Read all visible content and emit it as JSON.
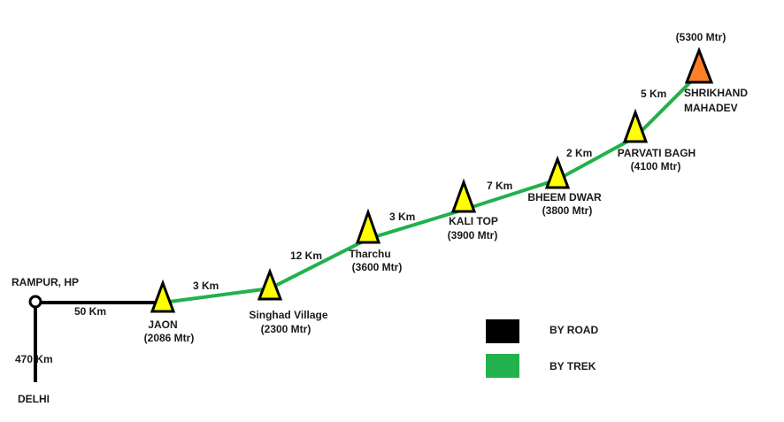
{
  "colors": {
    "road": "#000000",
    "trek": "#22b14c",
    "marker": "#ffff00",
    "summit": "#ff7f27",
    "outline": "#000000"
  },
  "start": {
    "label": "RAMPUR, HP"
  },
  "delhi": {
    "label": "DELHI"
  },
  "segments": {
    "delhi_rampur": "470 Km",
    "rampur_jaon": "50 Km",
    "jaon_singhad": "3 Km",
    "singhad_tharchu": "12 Km",
    "tharchu_kali": "3 Km",
    "kali_bheem": "7 Km",
    "bheem_parvati": "2 Km",
    "parvati_shrikhand": "5 Km"
  },
  "stops": [
    {
      "name": "JAON",
      "altitude": "(2086 Mtr)"
    },
    {
      "name": "Singhad Village",
      "altitude": "(2300 Mtr)"
    },
    {
      "name": "Tharchu",
      "altitude": "(3600 Mtr)"
    },
    {
      "name": "KALI TOP",
      "altitude": "(3900 Mtr)"
    },
    {
      "name": "BHEEM DWAR",
      "altitude": "(3800 Mtr)"
    },
    {
      "name": "PARVATI BAGH",
      "altitude": "(4100 Mtr)"
    }
  ],
  "summit": {
    "name_line1": "SHRIKHAND",
    "name_line2": "MAHADEV",
    "altitude": "(5300 Mtr)"
  },
  "legend": {
    "road_label": "BY ROAD",
    "trek_label": "BY TREK"
  }
}
